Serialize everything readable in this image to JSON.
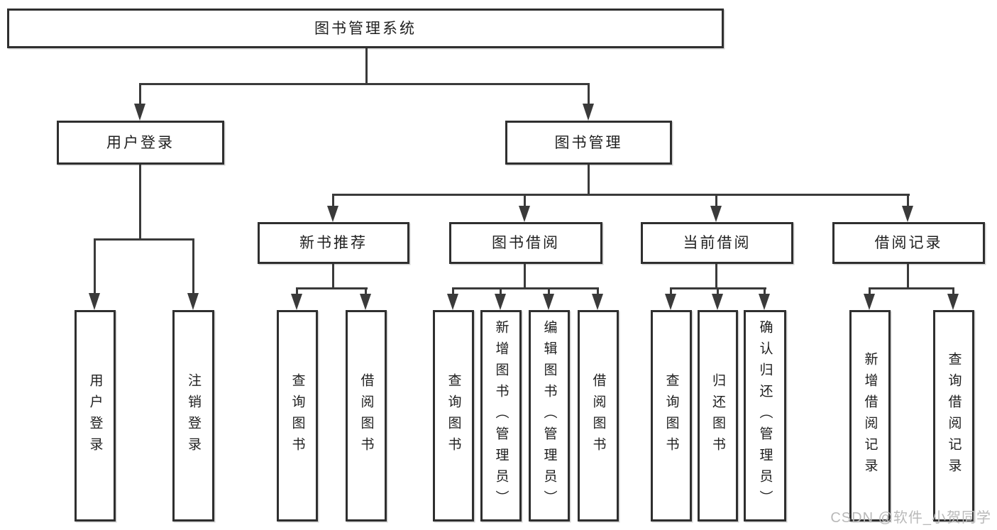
{
  "diagram": {
    "root": "图书管理系统",
    "level2": [
      "用户登录",
      "图书管理"
    ],
    "level3": [
      "新书推荐",
      "图书借阅",
      "当前借阅",
      "借阅记录"
    ],
    "leaves": {
      "user": [
        "用户登录",
        "注销登录"
      ],
      "newbook": [
        "查询图书",
        "借阅图书"
      ],
      "borrow": [
        "查询图书",
        "新增图书（管理员）",
        "编辑图书（管理员）",
        "借阅图书"
      ],
      "current": [
        "查询图书",
        "归还图书",
        "确认归还（管理员）"
      ],
      "records": [
        "新增借阅记录",
        "查询借阅记录"
      ]
    },
    "watermark": "CSDN @软件_小贺同学",
    "colors": {
      "line": "#3a3a3a",
      "box_border": "#2f2f2f",
      "box_fill": "#ffffff",
      "text": "#1f1f1f",
      "watermark": "#b9b9b9"
    }
  }
}
